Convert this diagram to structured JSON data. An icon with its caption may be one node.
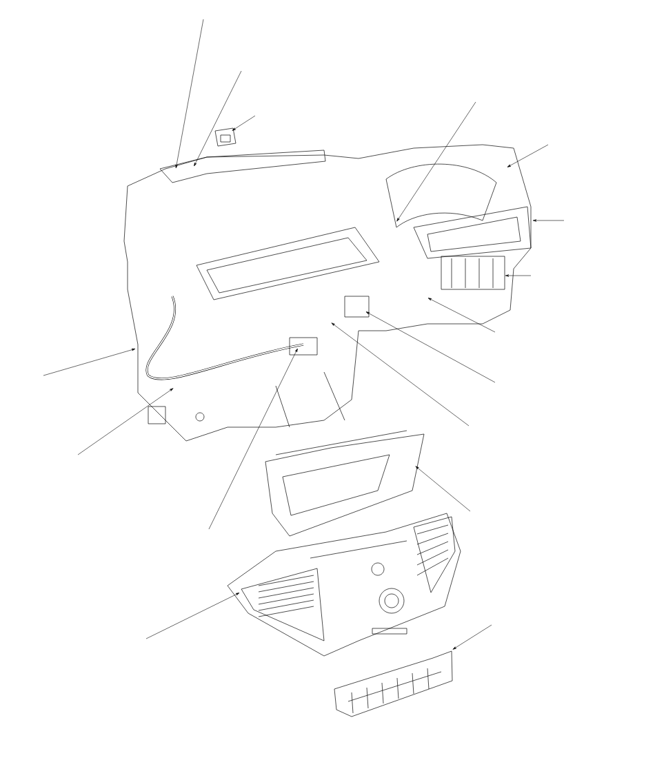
{
  "diagram": {
    "nodes": [
      {
        "text": [],
        "shape": "picture"
      },
      {
        "text": [],
        "shape": "picture"
      },
      {
        "text": [],
        "shape": "picture"
      },
      {
        "text": [],
        "shape": "picture"
      },
      {
        "text": [],
        "shape": "picture"
      }
    ],
    "edges": [
      {
        "from": null,
        "to": 0,
        "arrow": "to"
      },
      {
        "from": null,
        "to": 0,
        "arrow": "to"
      },
      {
        "from": null,
        "to": 1,
        "arrow": "to"
      },
      {
        "from": null,
        "to": 0,
        "arrow": "to"
      },
      {
        "from": null,
        "to": 0,
        "arrow": "to"
      },
      {
        "from": null,
        "to": 0,
        "arrow": "to"
      },
      {
        "from": null,
        "to": 0,
        "arrow": "to"
      },
      {
        "from": null,
        "to": 0,
        "arrow": "to"
      },
      {
        "from": null,
        "to": 0,
        "arrow": "to"
      },
      {
        "from": null,
        "to": 0,
        "arrow": "to"
      },
      {
        "from": null,
        "to": 0,
        "arrow": "to"
      },
      {
        "from": null,
        "to": 0,
        "arrow": "to"
      },
      {
        "from": null,
        "to": 0,
        "arrow": "to"
      },
      {
        "from": null,
        "to": 2,
        "arrow": "to"
      },
      {
        "from": null,
        "to": 3,
        "arrow": "to"
      },
      {
        "from": null,
        "to": 4,
        "arrow": "to"
      }
    ]
  }
}
